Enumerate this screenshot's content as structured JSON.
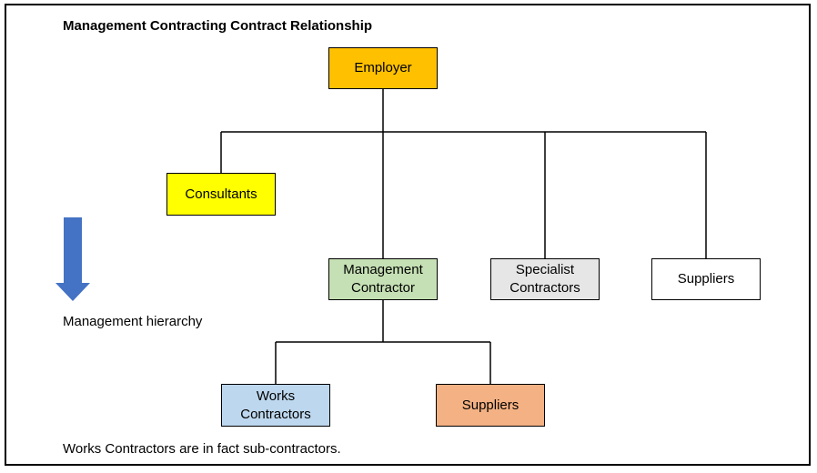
{
  "title": "Management Contracting Contract Relationship",
  "nodes": {
    "employer": {
      "label": "Employer",
      "color": "#ffc000"
    },
    "consultants": {
      "label": "Consultants",
      "color": "#ffff00"
    },
    "management_contractor": {
      "line1": "Management",
      "line2": "Contractor",
      "color": "#c5e0b4"
    },
    "specialist_contractors": {
      "line1": "Specialist",
      "line2": "Contractors",
      "color": "#e7e6e6"
    },
    "suppliers_top": {
      "label": "Suppliers",
      "color": "#ffffff"
    },
    "works_contractors": {
      "line1": "Works",
      "line2": "Contractors",
      "color": "#bdd7ee"
    },
    "suppliers_bottom": {
      "label": "Suppliers",
      "color": "#f4b183"
    }
  },
  "hierarchy_arrow": {
    "label": "Management hierarchy",
    "color": "#4472c4"
  },
  "footnote": "Works Contractors are in fact sub-contractors."
}
